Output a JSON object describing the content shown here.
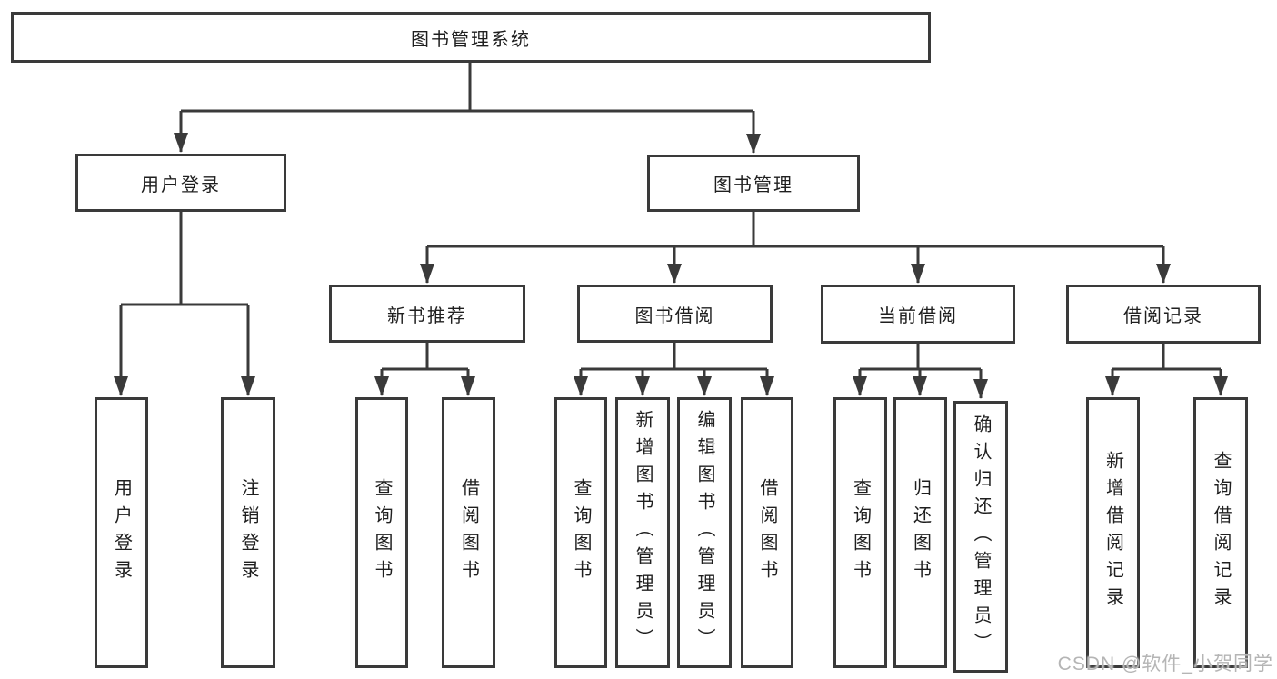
{
  "colors": {
    "line": "#3a3a3a",
    "text": "#1f1f1f",
    "watermark": "#b5b5b5",
    "background": "#ffffff"
  },
  "watermark": "CSDN @软件_小贺同学",
  "tree": {
    "root": "图书管理系统",
    "branches": [
      {
        "label": "用户登录",
        "children": [
          "用户登录",
          "注销登录"
        ]
      },
      {
        "label": "图书管理",
        "sections": [
          {
            "label": "新书推荐",
            "children": [
              "查询图书",
              "借阅图书"
            ]
          },
          {
            "label": "图书借阅",
            "children": [
              "查询图书",
              "新增图书（管理员）",
              "编辑图书（管理员）",
              "借阅图书"
            ]
          },
          {
            "label": "当前借阅",
            "children": [
              "查询图书",
              "归还图书",
              "确认归还（管理员）"
            ]
          },
          {
            "label": "借阅记录",
            "children": [
              "新增借阅记录",
              "查询借阅记录"
            ]
          }
        ]
      }
    ]
  }
}
